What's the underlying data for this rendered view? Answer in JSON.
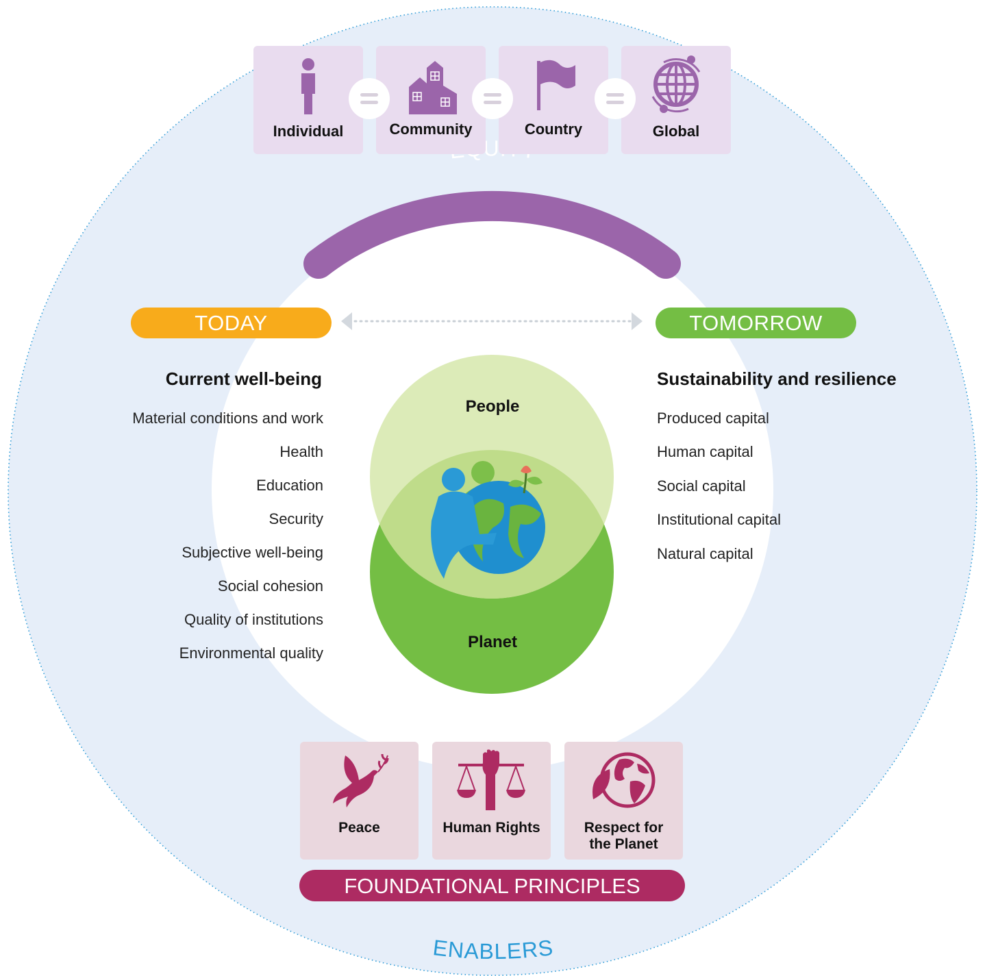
{
  "scales": {
    "individual": "Individual",
    "community": "Community",
    "country": "Country",
    "global": "Global"
  },
  "equity": "EQUITY",
  "today": "TODAY",
  "tomorrow": "TOMORROW",
  "current": {
    "heading": "Current well-being",
    "items": [
      "Material conditions and work",
      "Health",
      "Education",
      "Security",
      "Subjective well-being",
      "Social cohesion",
      "Quality of institutions",
      "Environmental quality"
    ]
  },
  "sustainability": {
    "heading": "Sustainability and resilience",
    "items": [
      "Produced capital",
      "Human capital",
      "Social capital",
      "Institutional capital",
      "Natural capital"
    ]
  },
  "center": {
    "people": "People",
    "planet": "Planet"
  },
  "principles": {
    "peace": "Peace",
    "human_rights": "Human Rights",
    "respect_line1": "Respect for",
    "respect_line2": "the Planet",
    "banner": "FOUNDATIONAL PRINCIPLES"
  },
  "enablers": "ENABLERS",
  "colors": {
    "outer_circle": "#e6eef9",
    "dotted_border": "#2a9ad6",
    "equity": "#9b65aa",
    "today": "#f8ab1b",
    "tomorrow": "#74be44",
    "people_circle": "#d9e9b2",
    "planet_circle": "#74be44",
    "principles": "#ad2b62",
    "scale_icon": "#9b65aa",
    "enablers_text": "#2a9ad6"
  }
}
